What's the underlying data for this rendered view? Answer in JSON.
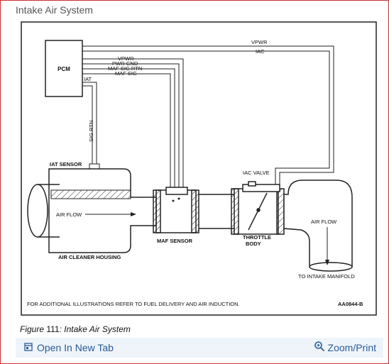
{
  "header": {
    "title": "Intake Air System"
  },
  "diagram": {
    "pcm": "PCM",
    "vpwr_top": "VPWR",
    "iac_top": "IAC",
    "vpwr": "VPWR",
    "pwr_gnd": "PWR GND",
    "maf_sig_rtn": "MAF SIG RTN",
    "maf_sig": "MAF SIG",
    "iat": "IAT",
    "sig_rtn": "SIG RTN",
    "iat_sensor": "IAT SENSOR",
    "iac_valve": "IAC VALVE",
    "air_flow_left": "AIR FLOW",
    "air_flow_right": "AIR FLOW",
    "maf_sensor": "MAF SENSOR",
    "throttle_body_1": "THROTTLE",
    "throttle_body_2": "BODY",
    "air_cleaner_housing": "AIR CLEANER HOUSING",
    "to_intake_manifold": "TO INTAKE MANIFOLD",
    "note": "FOR ADDITIONAL ILLUSTRATIONS REFER TO FUEL DELIVERY AND AIR INDUCTION.",
    "code": "AA0844-B"
  },
  "caption": {
    "prefix": "Figure",
    "number": "111",
    "text": ": Intake Air System"
  },
  "footer": {
    "open_tab_label": "Open In New Tab",
    "open_tab_icon": "open-external-icon",
    "zoom_label": "Zoom/Print",
    "zoom_icon": "magnifier-icon"
  }
}
